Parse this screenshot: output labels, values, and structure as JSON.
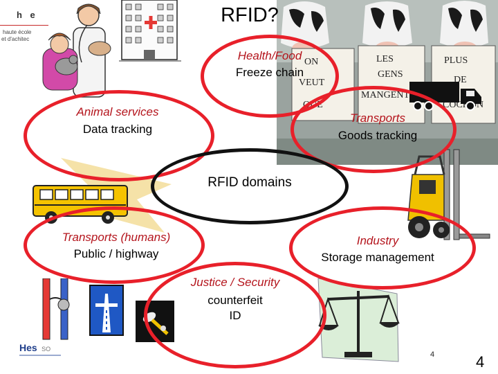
{
  "slide": {
    "title": "RFID?",
    "page_number": "4",
    "page_number_small": "4",
    "colors": {
      "ellipse_red": "#e8202a",
      "ellipse_dark": "#111111",
      "label_italic": "#b4141c"
    }
  },
  "logo_top": {
    "mark": "h e",
    "line1": "haute école",
    "line2": "et d'achitec"
  },
  "logo_bottom": {
    "mark": "Hes",
    "suffix": "SO"
  },
  "cows_sign": {
    "words": [
      "ON",
      "VEUT",
      "QUE",
      "LES",
      "GENS",
      "MANGENT",
      "PLUS",
      "DE",
      "COCHON"
    ]
  },
  "center": {
    "label": "RFID domains"
  },
  "domains": [
    {
      "id": "health",
      "title": "Health/Food",
      "subtitle": "Freeze chain",
      "icon": "hospital-building-icon"
    },
    {
      "id": "animal",
      "title": "Animal services",
      "subtitle": "Data tracking",
      "icon": "veterinarian-icon"
    },
    {
      "id": "transports",
      "title": "Transports",
      "subtitle": "Goods tracking",
      "icon": "truck-icon"
    },
    {
      "id": "humans",
      "title": "Transports (humans)",
      "subtitle": "Public / highway",
      "icon": "school-bus-icon"
    },
    {
      "id": "industry",
      "title": "Industry",
      "subtitle": "Storage management",
      "icon": "forklift-icon"
    },
    {
      "id": "justice",
      "title": "Justice / Security",
      "line2": "counterfeit",
      "line3": "ID",
      "icon": "scales-icon"
    }
  ],
  "icons": [
    "highway-sign-icon",
    "tool-icon",
    "pipe-icon",
    "hospital-building-icon",
    "cow-icon"
  ]
}
